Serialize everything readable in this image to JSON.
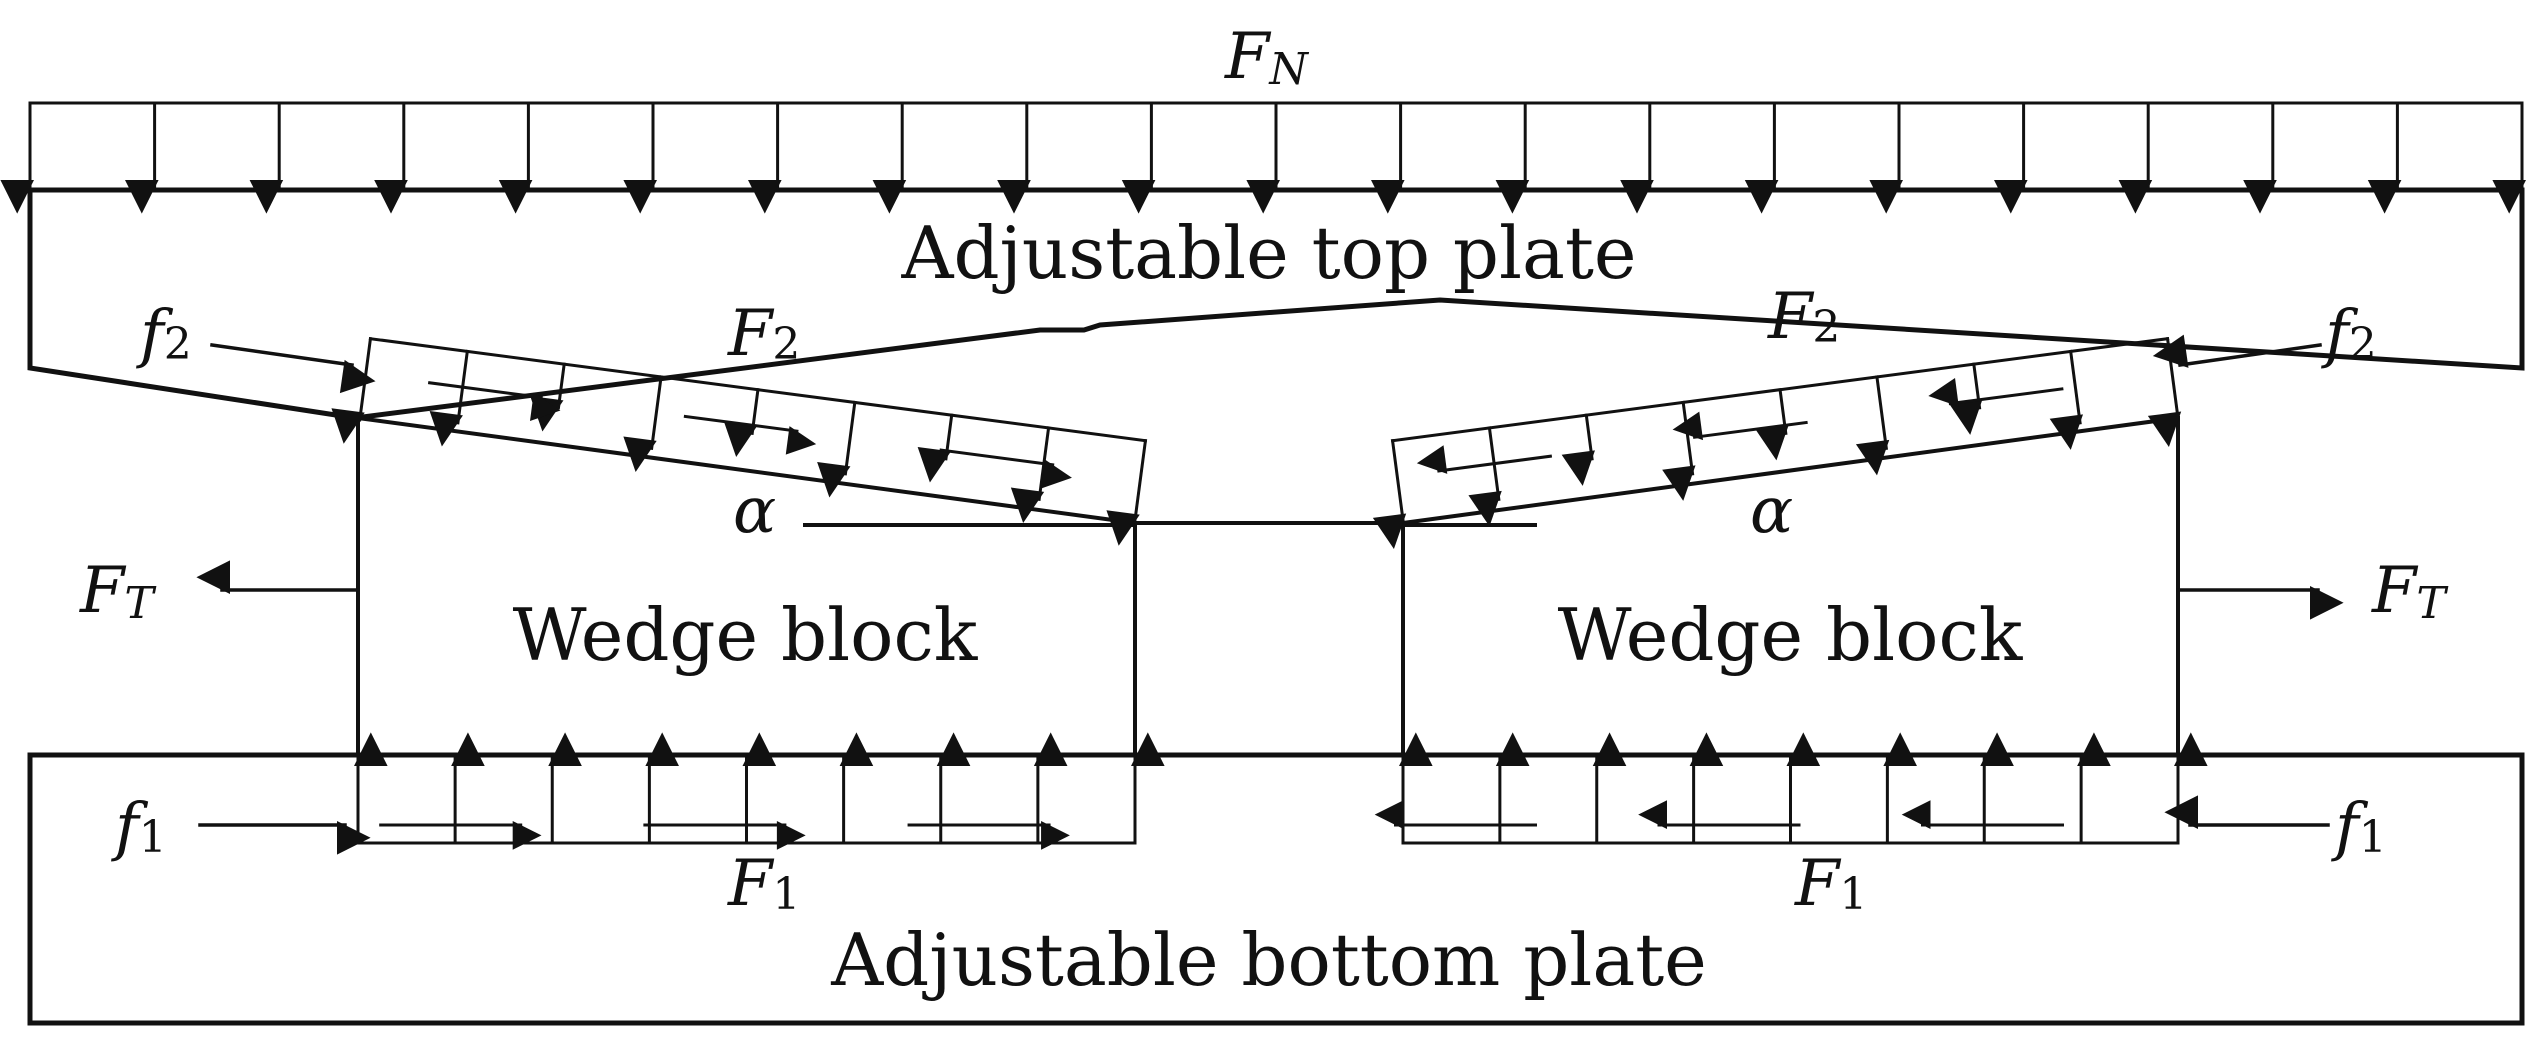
{
  "labels": {
    "top_plate": "Adjustable top plate",
    "bottom_plate": "Adjustable bottom plate",
    "wedge_left": "Wedge block",
    "wedge_right": "Wedge block",
    "alpha": "α"
  },
  "forces": {
    "normal": {
      "sym": "F",
      "sub": "N"
    },
    "tension": {
      "sym": "F",
      "sub": "T"
    },
    "top_reaction": {
      "sym": "F",
      "sub": "2"
    },
    "bottom_reaction": {
      "sym": "F",
      "sub": "1"
    },
    "top_friction": {
      "sym": "f",
      "sub": "2"
    },
    "bottom_friction": {
      "sym": "f",
      "sub": "1"
    }
  },
  "colors": {
    "ink": "#111111",
    "background": "#ffffff"
  }
}
